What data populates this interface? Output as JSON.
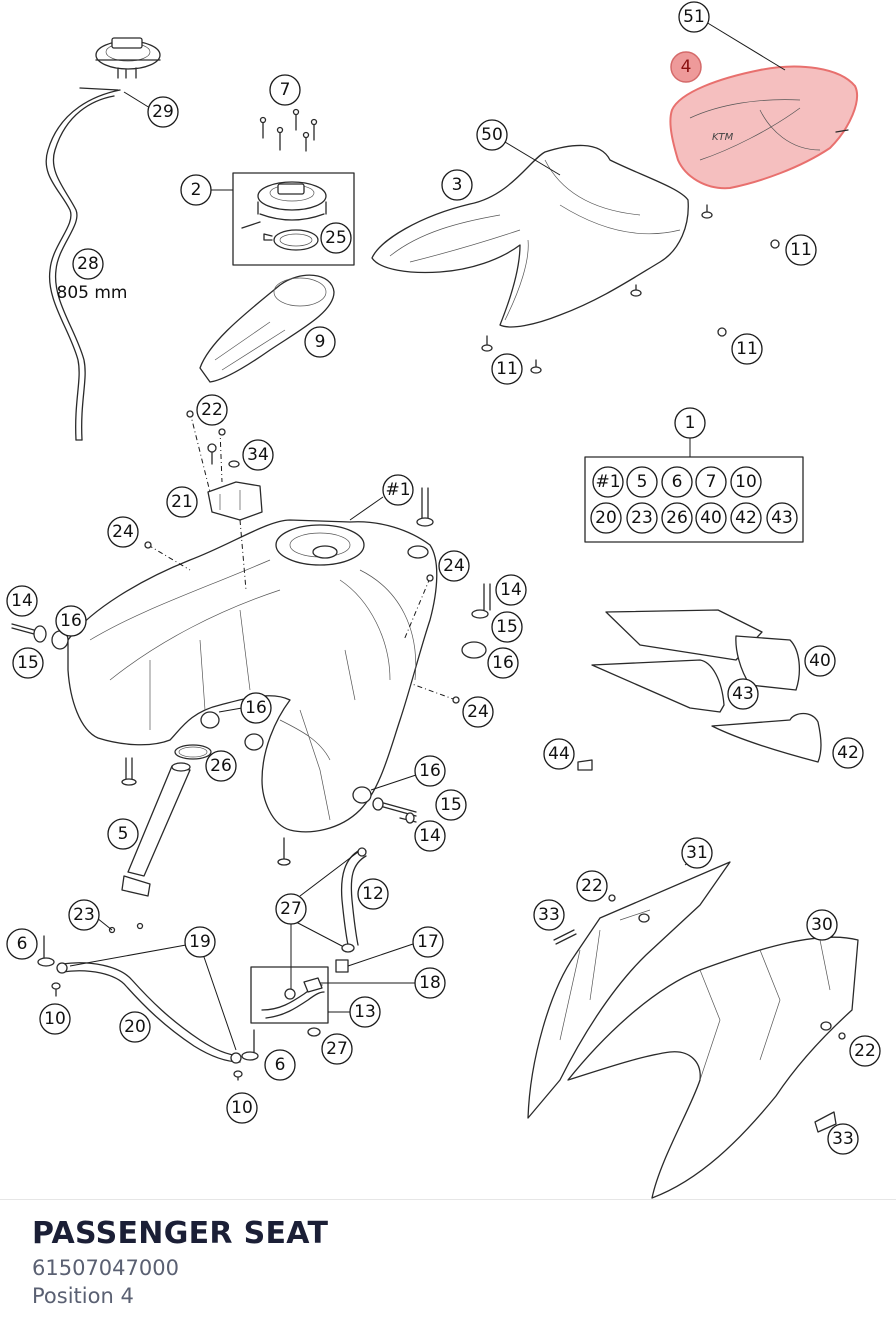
{
  "diagram": {
    "callouts": {
      "c51": "51",
      "c4": "4",
      "c50": "50",
      "c3": "3",
      "c11a": "11",
      "c11b": "11",
      "c11c": "11",
      "c7": "7",
      "c2": "2",
      "c25": "25",
      "c9": "9",
      "c29": "29",
      "c28": "28",
      "c1": "1",
      "k1": "#1",
      "k5": "5",
      "k6": "6",
      "k7": "7",
      "k10": "10",
      "k20": "20",
      "k23": "23",
      "k26": "26",
      "k40": "40",
      "k42": "42",
      "k43": "43",
      "c22a": "22",
      "c34": "34",
      "c21": "21",
      "c24a": "24",
      "c24b": "24",
      "c24c": "24",
      "ch1": "#1",
      "c14a": "14",
      "c16a": "16",
      "c15a": "15",
      "c14b": "14",
      "c15b": "15",
      "c16b": "16",
      "c16c": "16",
      "c26": "26",
      "c5": "5",
      "c16d": "16",
      "c15c": "15",
      "c14c": "14",
      "c40": "40",
      "c43": "43",
      "c42": "42",
      "c44": "44",
      "c23": "23",
      "c6a": "6",
      "c19": "19",
      "c10a": "10",
      "c20": "20",
      "c6b": "6",
      "c10b": "10",
      "c27a": "27",
      "c12": "12",
      "c17": "17",
      "c18": "18",
      "c13": "13",
      "c27b": "27",
      "c31": "31",
      "c22b": "22",
      "c33a": "33",
      "c30": "30",
      "c22c": "22",
      "c33b": "33"
    },
    "hose_length": "805 mm",
    "highlight_color": "#f3b4b4",
    "highlighted_position": "4"
  },
  "footer": {
    "title": "PASSENGER SEAT",
    "part_number": "61507047000",
    "position": "Position 4"
  }
}
